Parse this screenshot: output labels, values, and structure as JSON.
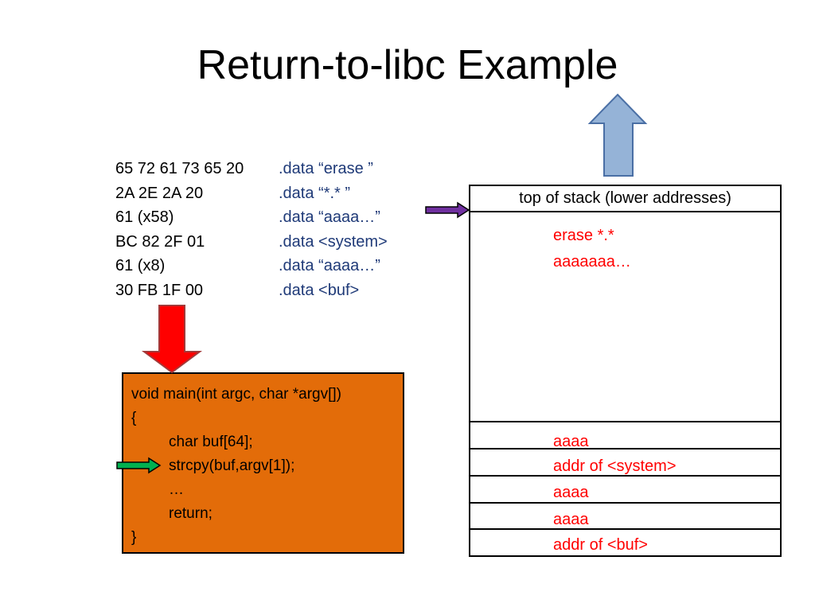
{
  "title": "Return-to-libc Example",
  "payload": {
    "hex": [
      "65 72 61 73 65 20",
      "2A 2E 2A 20",
      "61 (x58)",
      "BC 82 2F 01",
      "61 (x8)",
      "30 FB 1F 00"
    ],
    "data": [
      ".data “erase ”",
      ".data “*.* ”",
      ".data “aaaa…”",
      ".data <system>",
      ".data “aaaa…”",
      ".data <buf>"
    ]
  },
  "code": {
    "lines": [
      "void main(int argc, char *argv[])",
      "{",
      "char buf[64];",
      "strcpy(buf,argv[1]);",
      "…",
      "return;",
      "}"
    ]
  },
  "stack": {
    "header": "top of stack (lower addresses)",
    "buffer_line1": "erase *.*",
    "buffer_line2": "aaaaaaa…",
    "cells": [
      "aaaa",
      "addr of <system>",
      "aaaa",
      "aaaa",
      "addr of <buf>"
    ]
  },
  "colors": {
    "code_box": "#e36c09",
    "stack_text": "#ff0000",
    "data_text": "#1f3a78",
    "down_arrow": "#ff0000",
    "up_arrow": "#95b3d7",
    "stack_pointer_arrow": "#7030a0",
    "pc_arrow": "#00b050"
  },
  "icons": [
    "up-arrow-icon",
    "down-arrow-icon",
    "stack-pointer-arrow-icon",
    "instruction-pointer-arrow-icon"
  ]
}
